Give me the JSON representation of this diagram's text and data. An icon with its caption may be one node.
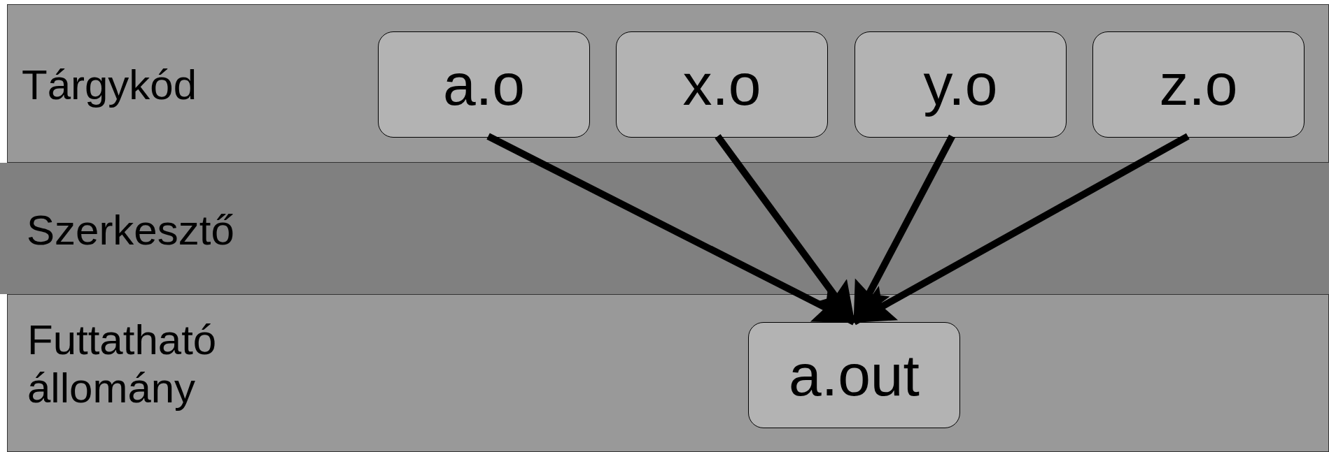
{
  "diagram": {
    "nodes": [
      {
        "text": [
          "Tárgykód"
        ]
      },
      {
        "text": [
          "a.o"
        ],
        "in": 0
      },
      {
        "text": [
          "x.o"
        ],
        "in": 0
      },
      {
        "text": [
          "y.o"
        ],
        "in": 0
      },
      {
        "text": [
          "z.o"
        ],
        "in": 0
      },
      {
        "text": [
          "Futtatható állomány"
        ]
      },
      {
        "text": [
          "a.out"
        ],
        "in": 5
      }
    ],
    "edges": [
      {
        "from": 1,
        "to": 6,
        "arrow": "to"
      },
      {
        "from": 2,
        "to": 6,
        "arrow": "to"
      },
      {
        "from": 3,
        "to": 6,
        "arrow": "to"
      },
      {
        "from": 4,
        "to": 6,
        "arrow": "to"
      }
    ],
    "labels": [
      "Szerkesztő"
    ]
  }
}
